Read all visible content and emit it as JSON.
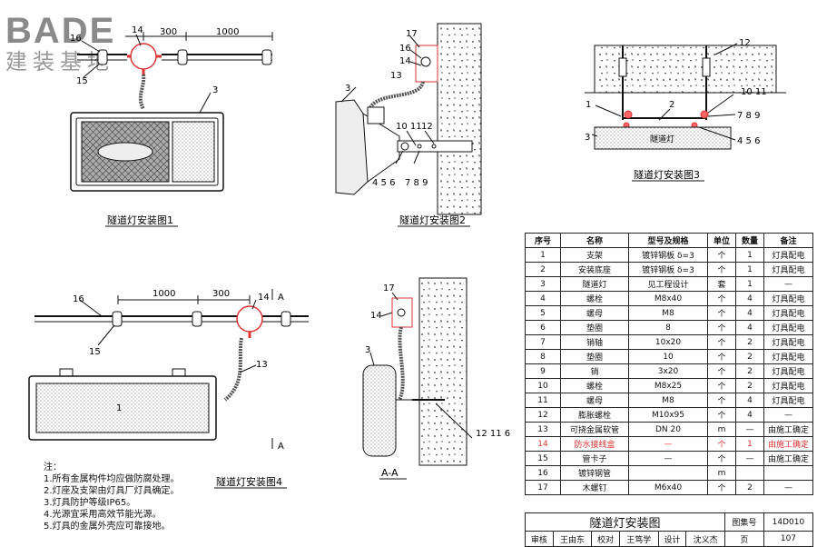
{
  "logo": {
    "brand": "BADE",
    "sub": "建装基地"
  },
  "fig1": {
    "caption": "隧道灯安装图1",
    "dims": [
      "300",
      "1000"
    ],
    "callouts": [
      "16",
      "14",
      "15",
      "3"
    ]
  },
  "fig2": {
    "caption": "隧道灯安装图2",
    "callouts": [
      "17",
      "16",
      "14",
      "13",
      "3",
      "10 11",
      "12",
      "4 5 6",
      "7 8 9"
    ]
  },
  "fig3": {
    "caption": "隧道灯安装图3",
    "lamp_text": "隧道灯",
    "callouts": [
      "12",
      "1",
      "2",
      "10 11",
      "7 8 9",
      "3",
      "4 5 6"
    ]
  },
  "fig4": {
    "caption": "隧道灯安装图4",
    "dims": [
      "1000",
      "300"
    ],
    "callouts": [
      "16",
      "14",
      "15",
      "13",
      "1",
      "A",
      "A"
    ]
  },
  "section": {
    "caption": "A-A",
    "callouts": [
      "17",
      "14",
      "3",
      "12 11 6"
    ]
  },
  "notes": {
    "title": "注：",
    "lines": [
      "1.所有金属构件均应做防腐处理。",
      "2.灯座及支架由灯具厂灯具确定。",
      "3.灯具防护等级IP65。",
      "4.光源宜采用高效节能光源。",
      "5.灯具的金属外壳应可靠接地。"
    ]
  },
  "parts_table": {
    "headers": [
      "序号",
      "名称",
      "型号及规格",
      "单位",
      "数量",
      "备注"
    ],
    "rows": [
      [
        "1",
        "支架",
        "镀锌钢板 δ=3",
        "个",
        "1",
        "灯具配电"
      ],
      [
        "2",
        "安装底座",
        "镀锌钢板 δ=3",
        "个",
        "1",
        "灯具配电"
      ],
      [
        "3",
        "隧道灯",
        "见工程设计",
        "套",
        "1",
        "—"
      ],
      [
        "4",
        "螺栓",
        "M8x40",
        "个",
        "4",
        "灯具配电"
      ],
      [
        "5",
        "螺母",
        "M8",
        "个",
        "4",
        "灯具配电"
      ],
      [
        "6",
        "垫圈",
        "8",
        "个",
        "4",
        "灯具配电"
      ],
      [
        "7",
        "销轴",
        "10x20",
        "个",
        "2",
        "灯具配电"
      ],
      [
        "8",
        "垫圈",
        "10",
        "个",
        "2",
        "灯具配电"
      ],
      [
        "9",
        "销",
        "3x20",
        "个",
        "2",
        "灯具配电"
      ],
      [
        "10",
        "螺栓",
        "M8x25",
        "个",
        "2",
        "灯具配电"
      ],
      [
        "11",
        "螺母",
        "M8",
        "个",
        "4",
        "灯具配电"
      ],
      [
        "12",
        "膨胀螺栓",
        "M10x95",
        "个",
        "4",
        "—"
      ],
      [
        "13",
        "可挠金属软管",
        "DN 20",
        "m",
        "—",
        "由施工确定"
      ],
      [
        "14",
        "防水接线盒",
        "—",
        "个",
        "1",
        "由施工确定"
      ],
      [
        "15",
        "管卡子",
        "—",
        "个",
        "—",
        "由施工确定"
      ],
      [
        "16",
        "镀锌钢管",
        "",
        "m",
        "",
        ""
      ],
      [
        "17",
        "木螺钉",
        "M6x40",
        "个",
        "2",
        "—"
      ]
    ],
    "highlight_row": 14
  },
  "title_block": {
    "title": "隧道灯安装图",
    "atlas_label": "图集号",
    "atlas_value": "14D010",
    "review_label": "审核",
    "review_name": "王由东",
    "check_label": "校对",
    "check_name": "王笃学",
    "design_label": "设计",
    "design_name": "沈义杰",
    "page_label": "页",
    "page_value": "107"
  }
}
